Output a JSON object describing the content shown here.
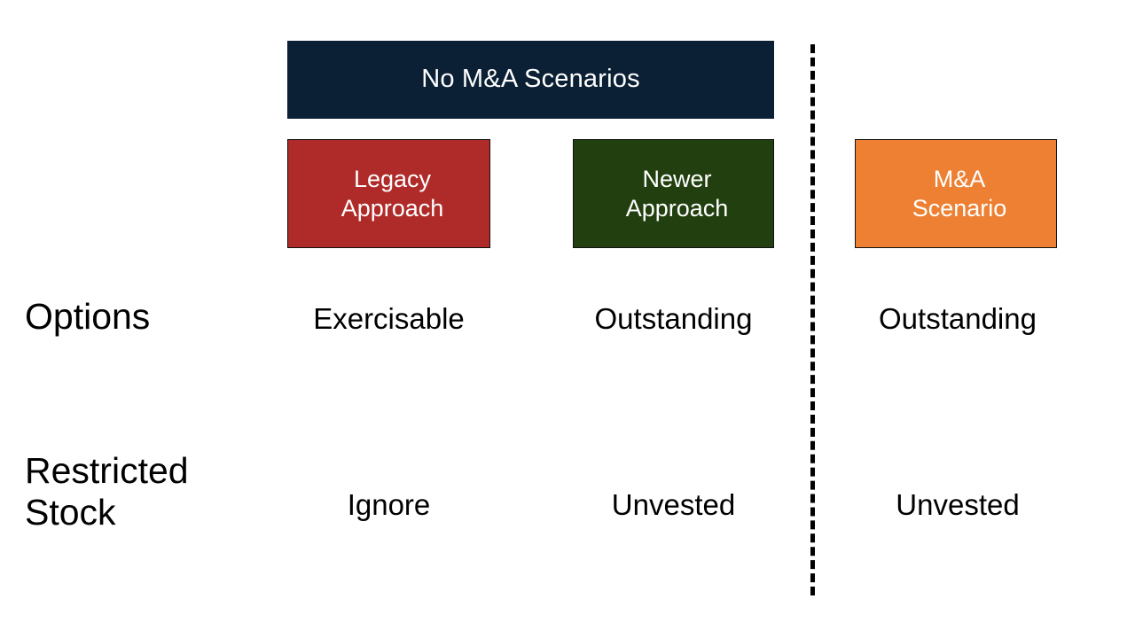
{
  "slide": {
    "background_color": "#FFFFFF",
    "divider": {
      "name": "dashed-vertical-divider",
      "style": "dashed",
      "color": "#000000"
    }
  },
  "group_header": {
    "label": "No M&A Scenarios",
    "background_color": "#0B2034",
    "text_color": "#FFFFFF",
    "spans_columns": [
      "legacy-approach",
      "newer-approach"
    ]
  },
  "columns": [
    {
      "key": "legacy-approach",
      "label": "Legacy\nApproach",
      "label_line1": "Legacy",
      "label_line2": "Approach",
      "background_color": "#AF2B29",
      "text_color": "#FFFFFF",
      "border_color": "#111111"
    },
    {
      "key": "newer-approach",
      "label": "Newer\nApproach",
      "label_line1": "Newer",
      "label_line2": "Approach",
      "background_color": "#22400F",
      "text_color": "#FFFFFF",
      "border_color": "#111111"
    },
    {
      "key": "mna-scenario",
      "label": "M&A\nScenario",
      "label_line1": "M&A",
      "label_line2": "Scenario",
      "background_color": "#ED8033",
      "text_color": "#FFFFFF",
      "border_color": "#111111"
    }
  ],
  "rows": [
    {
      "key": "options",
      "label": "Options",
      "cells": [
        "Exercisable",
        "Outstanding",
        "Outstanding"
      ]
    },
    {
      "key": "restricted-stock",
      "label": "Restricted Stock",
      "label_line1": "Restricted",
      "label_line2": "Stock",
      "cells": [
        "Ignore",
        "Unvested",
        "Unvested"
      ]
    }
  ]
}
